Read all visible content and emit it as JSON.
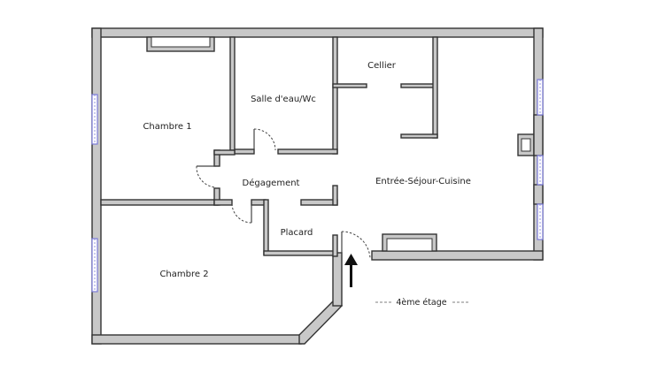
{
  "rooms": {
    "chambre1": "Chambre 1",
    "salle_eau": "Salle d'eau/Wc",
    "cellier": "Cellier",
    "degagement": "Dégagement",
    "sejour": "Entrée-Séjour-Cuisine",
    "placard": "Placard",
    "chambre2": "Chambre 2"
  },
  "floor_note": "4ème étage",
  "entrance_arrow": "entrance-arrow-icon",
  "colors": {
    "wall_fill": "#c8c8c8",
    "wall_stroke": "#333333",
    "window": "#7a7ad8"
  }
}
